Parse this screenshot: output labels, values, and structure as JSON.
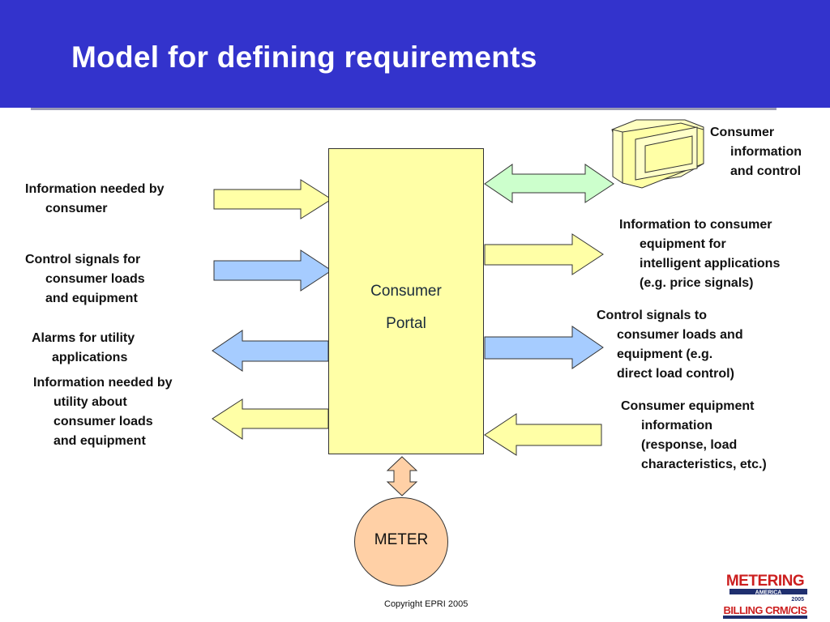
{
  "title": "Model for defining requirements",
  "portal": {
    "line1": "Consumer",
    "line2": "Portal"
  },
  "meter": "METER",
  "labels": {
    "consumer_info_control": [
      "Consumer",
      "information",
      "and control"
    ],
    "info_needed_by_consumer": [
      "Information needed by",
      "consumer"
    ],
    "control_signals_loads": [
      "Control signals for",
      "consumer loads",
      "and equipment"
    ],
    "alarms": [
      "Alarms for utility",
      "applications"
    ],
    "info_needed_by_utility": [
      "Information needed by",
      "utility about",
      "consumer loads",
      "and equipment"
    ],
    "info_to_equipment": [
      "Information to consumer",
      "equipment for",
      "intelligent applications",
      "(e.g. price signals)"
    ],
    "control_signals_to": [
      "Control signals to",
      "consumer loads and",
      "equipment (e.g.",
      "direct load control)"
    ],
    "equipment_info": [
      "Consumer equipment",
      "information",
      "(response, load",
      "characteristics, etc.)"
    ]
  },
  "copyright": "Copyright EPRI 2005",
  "logo": {
    "line1": "METERING",
    "line2": "AMERICA",
    "line3": "2005",
    "line4": "BILLING CRM/CIS"
  },
  "colors": {
    "header": "#3333cc",
    "yellow_arrow": "#ffffa6",
    "blue_arrow": "#a6ccff",
    "green_arrow": "#ccffcc",
    "meter": "#ffd0a6"
  }
}
